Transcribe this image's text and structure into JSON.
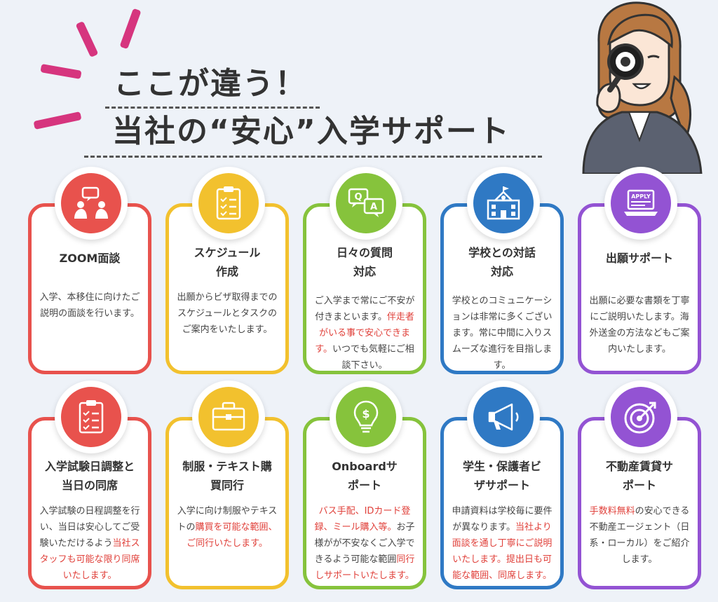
{
  "header": {
    "line1": "ここが違う！",
    "line2": "当社の“安心”入学サポート"
  },
  "colors": {
    "red": "#e8524d",
    "yellow": "#f2c12e",
    "green": "#86c33c",
    "blue": "#2f79c4",
    "purple": "#9353d3",
    "highlight": "#e0403a",
    "accent_pink": "#d6357e"
  },
  "cards": [
    {
      "icon": "zoom-meeting-icon",
      "title": "ZOOM面談",
      "body": "入学、本移住に向けたご説明の面談を行います。"
    },
    {
      "icon": "checklist-icon",
      "title": "スケジュール作成",
      "body": "出願からビザ取得までのスケジュールとタスクのご案内をいたします。"
    },
    {
      "icon": "qa-bubbles-icon",
      "title": "日々の質問対応",
      "body_parts": [
        "ご入学まで常にご不安が付きまといます。",
        "伴走者がいる事で安心できます。",
        "いつでも気軽にご相談下さい。"
      ]
    },
    {
      "icon": "school-building-icon",
      "title": "学校との対話対応",
      "body": "学校とのコミュニケーションは非常に多くございます。常に中間に入りスムーズな進行を目指します。"
    },
    {
      "icon": "apply-laptop-icon",
      "icon_label": "APPLY",
      "title": "出願サポート",
      "body": "出願に必要な書類を丁寧にご説明いたします。海外送金の方法などもご案内いたします。"
    },
    {
      "icon": "clipboard-icon",
      "title": "入学試験日調整と当日の同席",
      "body_parts": [
        "入学試験の日程調整を行い、当日は安心してご受験いただけるよう",
        "当社スタッフも可能な限り同席いたします。"
      ]
    },
    {
      "icon": "briefcase-icon",
      "title": "制服・テキスト購買同行",
      "body_parts": [
        "入学に向け制服やテキストの",
        "購買を可能な範囲、ご同行いたします。"
      ]
    },
    {
      "icon": "lightbulb-dollar-icon",
      "title": "Onboardサポート",
      "body_parts": [
        "バス手配、IDカード登録、ミール購入等。",
        "お子様がが不安なくご入学できるよう可能な範囲",
        "同行しサポートいたします。"
      ]
    },
    {
      "icon": "megaphone-icon",
      "title": "学生・保護者ビザサポート",
      "body_parts": [
        "申請資料は学校毎に要件が異なります。",
        "当社より面談を通し丁寧にご説明いたします。提出日も可能な範囲、同席します。"
      ]
    },
    {
      "icon": "target-icon",
      "title": "不動産賃貸サポート",
      "body_parts": [
        "手数料無料",
        "の安心できる不動産エージェント（日系・ローカル）をご紹介します。"
      ]
    }
  ]
}
